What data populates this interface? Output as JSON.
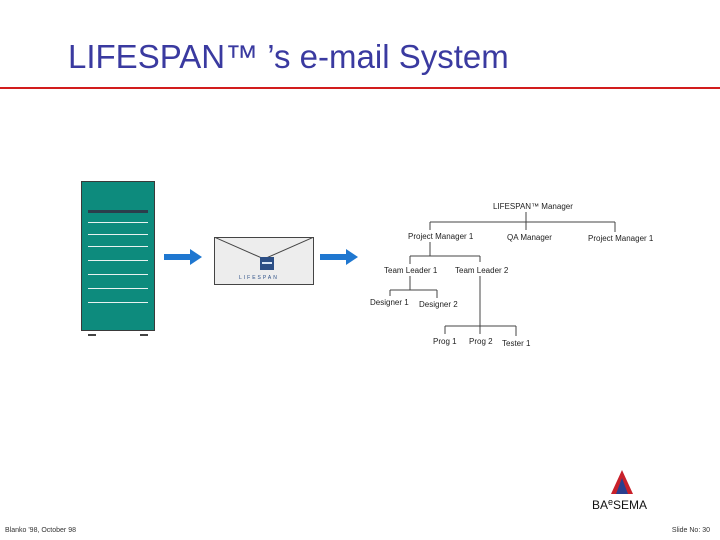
{
  "slide": {
    "title": "LIFESPAN™ ’s e-mail System",
    "footer_left": "Blanko '98, October 98",
    "footer_right": "Slide No: 30",
    "brand_prefix": "BA",
    "brand_super": "e",
    "brand_suffix": "SEMA"
  },
  "envelope": {
    "logo_text": "LIFESPAN"
  },
  "org_chart": {
    "root": "LIFESPAN™ Manager",
    "level1": [
      "Project Manager 1",
      "QA Manager",
      "Project Manager 1"
    ],
    "team_leaders": [
      "Team Leader 1",
      "Team Leader 2"
    ],
    "designers": [
      "Designer 1",
      "Designer 2"
    ],
    "workers": [
      "Prog 1",
      "Prog 2",
      "Tester 1"
    ]
  },
  "colors": {
    "title": "#3a3aa0",
    "rule": "#d21d1d",
    "server": "#0d8b7d",
    "arrow": "#1f77d0",
    "logo_red": "#c8202a",
    "logo_blue": "#2a3f8f"
  },
  "icons": [
    "server-icon",
    "arrow-right-icon",
    "envelope-icon",
    "baesema-logo-icon"
  ]
}
